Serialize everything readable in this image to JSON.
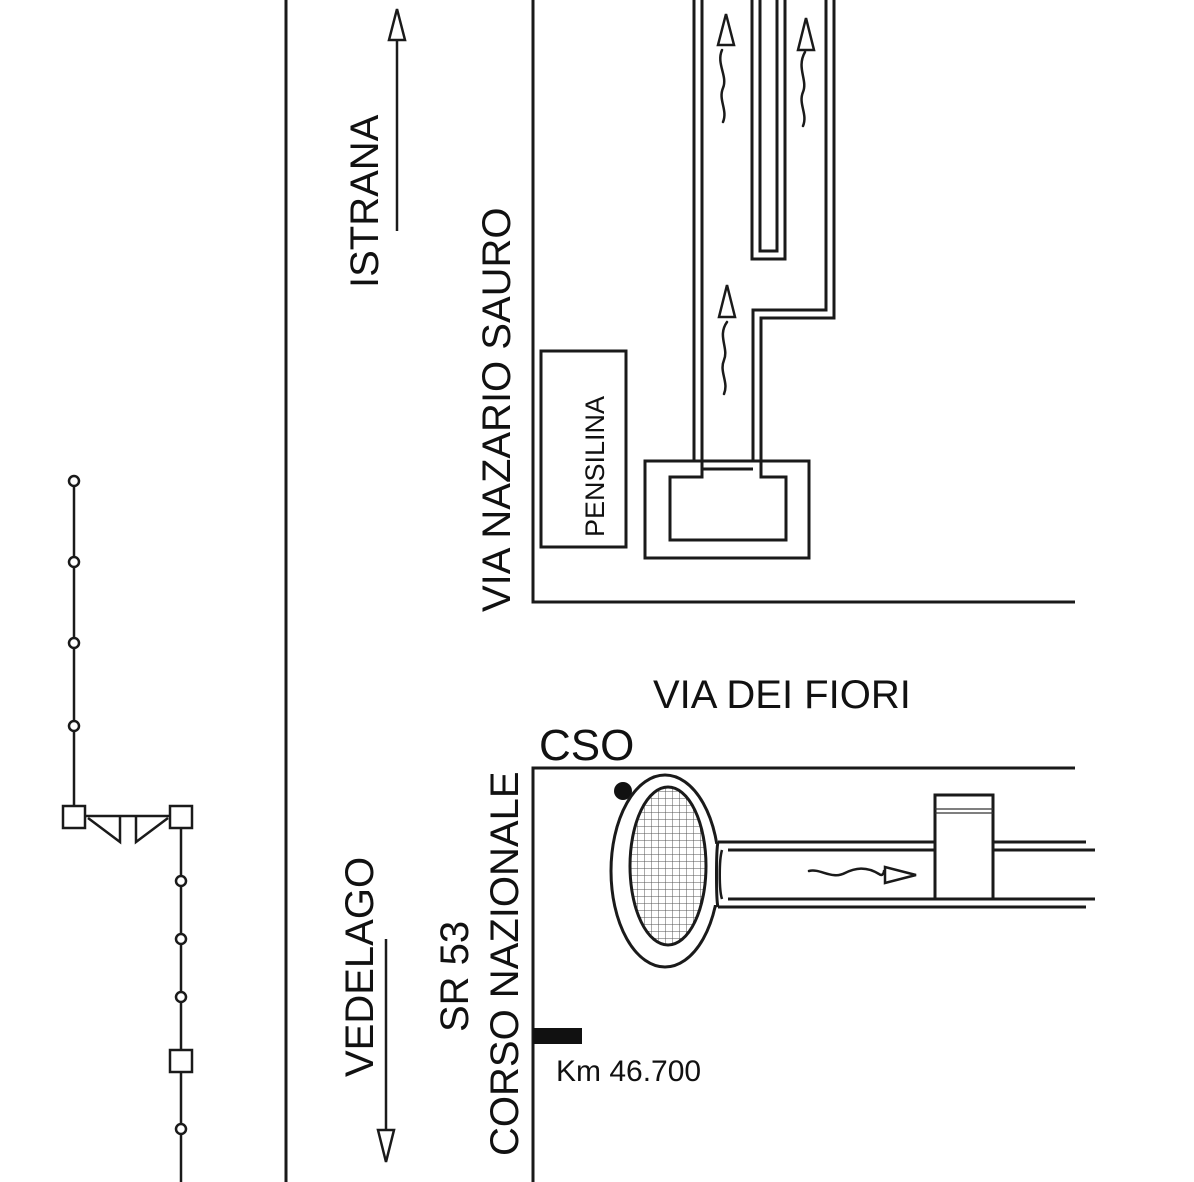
{
  "diagram": {
    "type": "site-location-map",
    "colors": {
      "line": "#1a1a1a",
      "background": "#ffffff"
    },
    "labels": {
      "istrana": "ISTRANA",
      "vedelago": "VEDELAGO",
      "via_nazario_sauro": "VIA NAZARIO SAURO",
      "pensilina": "PENSILINA",
      "via_dei_fiori": "VIA DEI FIORI",
      "cso": "CSO",
      "sr53": "SR 53",
      "corso_nazionale": "CORSO NAZIONALE",
      "km_marker": "Km 46.700"
    },
    "directions": {
      "istrana": "north",
      "vedelago": "south"
    },
    "legend_symbols": {
      "upper_line_circles": 4,
      "lower_line_circles": 4,
      "lower_line_squares": 1
    }
  }
}
